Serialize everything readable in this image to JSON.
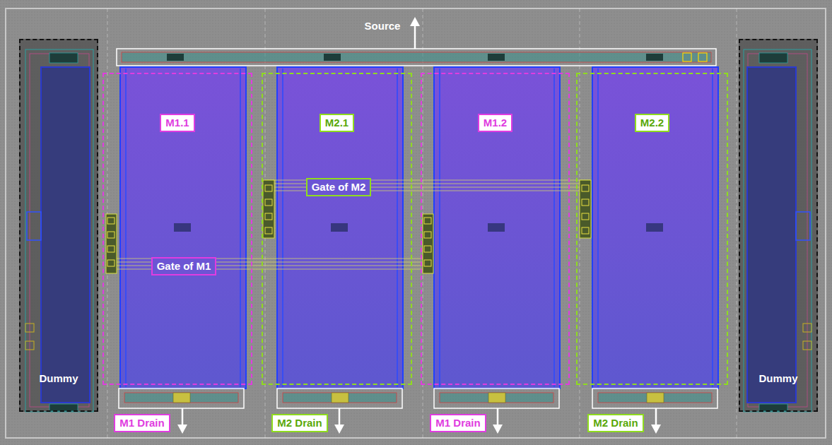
{
  "diagram": {
    "nodes": [
      {
        "text": [
          "Dummy"
        ]
      },
      {
        "text": [
          "M1.1"
        ]
      },
      {
        "text": [
          "Gate of M1"
        ],
        "in": 1
      },
      {
        "text": [
          "M2.1"
        ]
      },
      {
        "text": [
          "Gate of M2"
        ],
        "in": 3
      },
      {
        "text": [
          "M1.2"
        ]
      },
      {
        "text": [
          "M2.2"
        ]
      },
      {
        "text": [
          "Dummy"
        ]
      },
      {
        "text": [
          "M1 Drain"
        ]
      },
      {
        "text": [
          "M2 Drain"
        ]
      },
      {
        "text": [
          "M1 Drain"
        ]
      },
      {
        "text": [
          "M2 Drain"
        ]
      }
    ],
    "labels": [
      "Source"
    ]
  }
}
